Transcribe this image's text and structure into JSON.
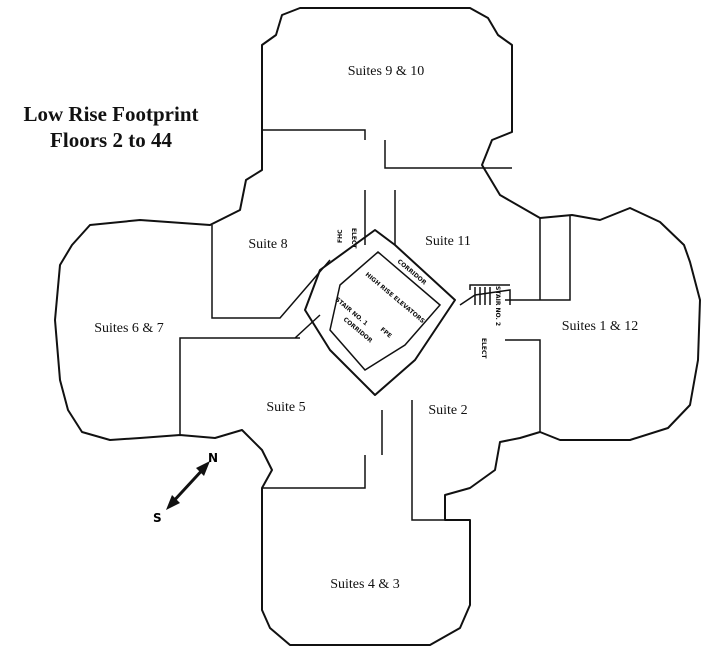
{
  "title": {
    "line1": "Low Rise Footprint",
    "line2": "Floors 2 to 44"
  },
  "suites": {
    "s9_10": "Suites 9 & 10",
    "s8": "Suite 8",
    "s11": "Suite 11",
    "s6_7": "Suites 6 & 7",
    "s1_12": "Suites 1 & 12",
    "s5": "Suite 5",
    "s2": "Suite 2",
    "s4_3": "Suites 4 & 3"
  },
  "core": {
    "corridor_top": "CORRIDOR",
    "corridor_bottom": "CORRIDOR",
    "elevators": "HIGH RISE ELEVATORS",
    "stair1": "STAIR NO. 1",
    "stair2": "STAIR NO. 2",
    "fpe": "FPE",
    "elect_top": "ELECT",
    "elect_right": "ELECT",
    "fhc": "FHC"
  },
  "compass": {
    "north": "N",
    "south": "S"
  }
}
